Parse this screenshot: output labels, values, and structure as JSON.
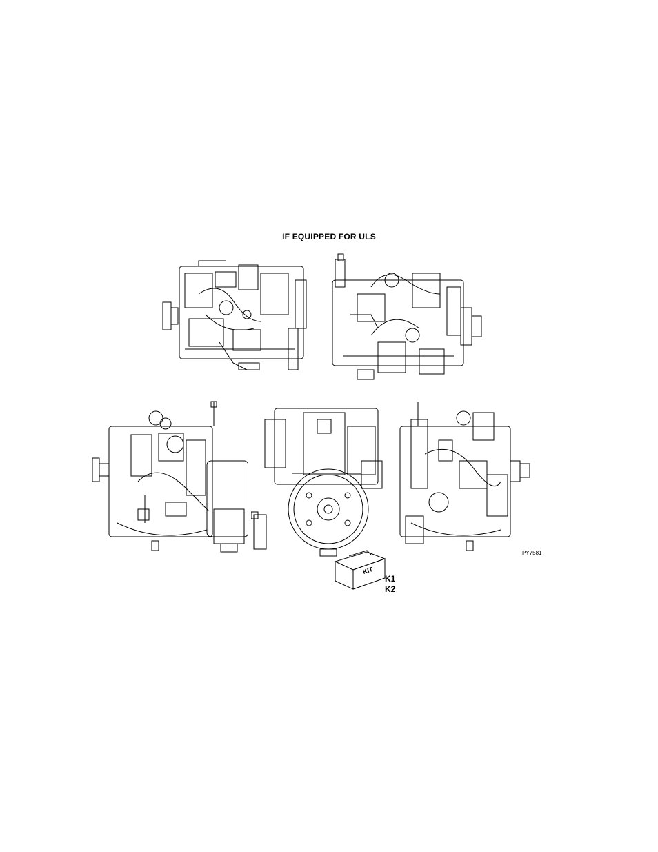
{
  "header": {
    "title": "IF EQUIPPED FOR ULS"
  },
  "figure": {
    "id": "PY7581"
  },
  "kit": {
    "box_label": "KIT",
    "callouts": [
      "K1",
      "K2"
    ]
  },
  "views": [
    {
      "name": "engine-view-top-left"
    },
    {
      "name": "engine-view-top-right"
    },
    {
      "name": "engine-view-side-left"
    },
    {
      "name": "engine-view-front"
    },
    {
      "name": "engine-view-side-right"
    }
  ]
}
